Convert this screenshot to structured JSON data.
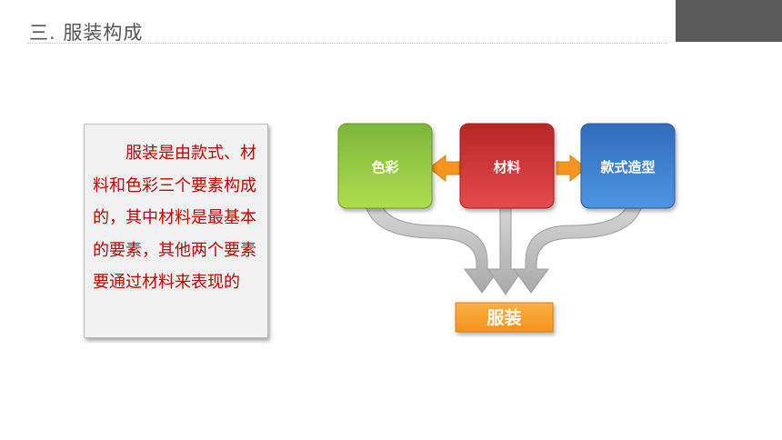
{
  "slide": {
    "title": "三. 服装构成",
    "description": "服装是由款式、材料和色彩三个要素构成的，其中材料是最基本的要素，其他两个要素要通过材料来表现的"
  },
  "diagram": {
    "nodes": {
      "color": "色彩",
      "material": "材料",
      "style": "款式造型",
      "result": "服装"
    },
    "colors": {
      "color_node": "#8cc63f",
      "material_node": "#d33a3a",
      "style_node": "#3d7fcc",
      "result_node": "#f7941d",
      "side_arrows": "#f7941d",
      "flow_arrows": "#bdbdbd",
      "text": "#c00000"
    }
  }
}
